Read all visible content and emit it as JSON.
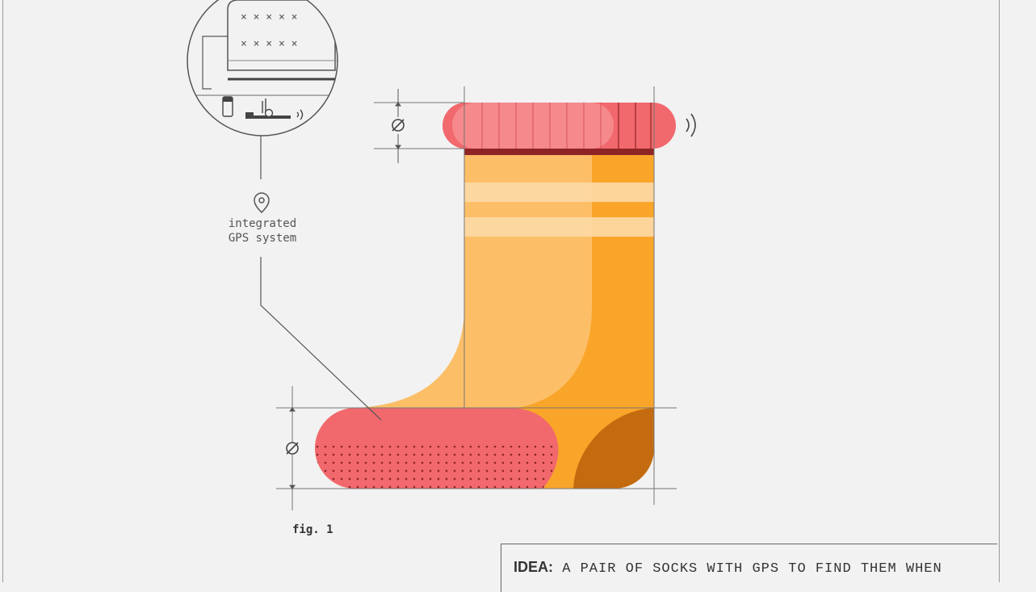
{
  "annotation": {
    "gps_label": [
      "integrated",
      "GPS system"
    ],
    "diameter_symbol": "⌀"
  },
  "figure": {
    "caption": "fig. 1"
  },
  "idea": {
    "key": "IDEA:",
    "text": "A PAIR OF SOCKS WITH GPS TO FIND THEM WHEN"
  },
  "colors": {
    "background": "#f2f2f2",
    "cuff": "#f1686d",
    "cuff_light": "#f5898b",
    "band": "#8e2424",
    "leg": "#fcbf67",
    "leg_shade": "#f9a529",
    "stripe": "#fdd9a6",
    "toe": "#f1686d",
    "heel": "#c46b10",
    "line": "#666666"
  },
  "icons": [
    "location-pin-icon",
    "signal-waves-icon",
    "diameter-icon"
  ]
}
